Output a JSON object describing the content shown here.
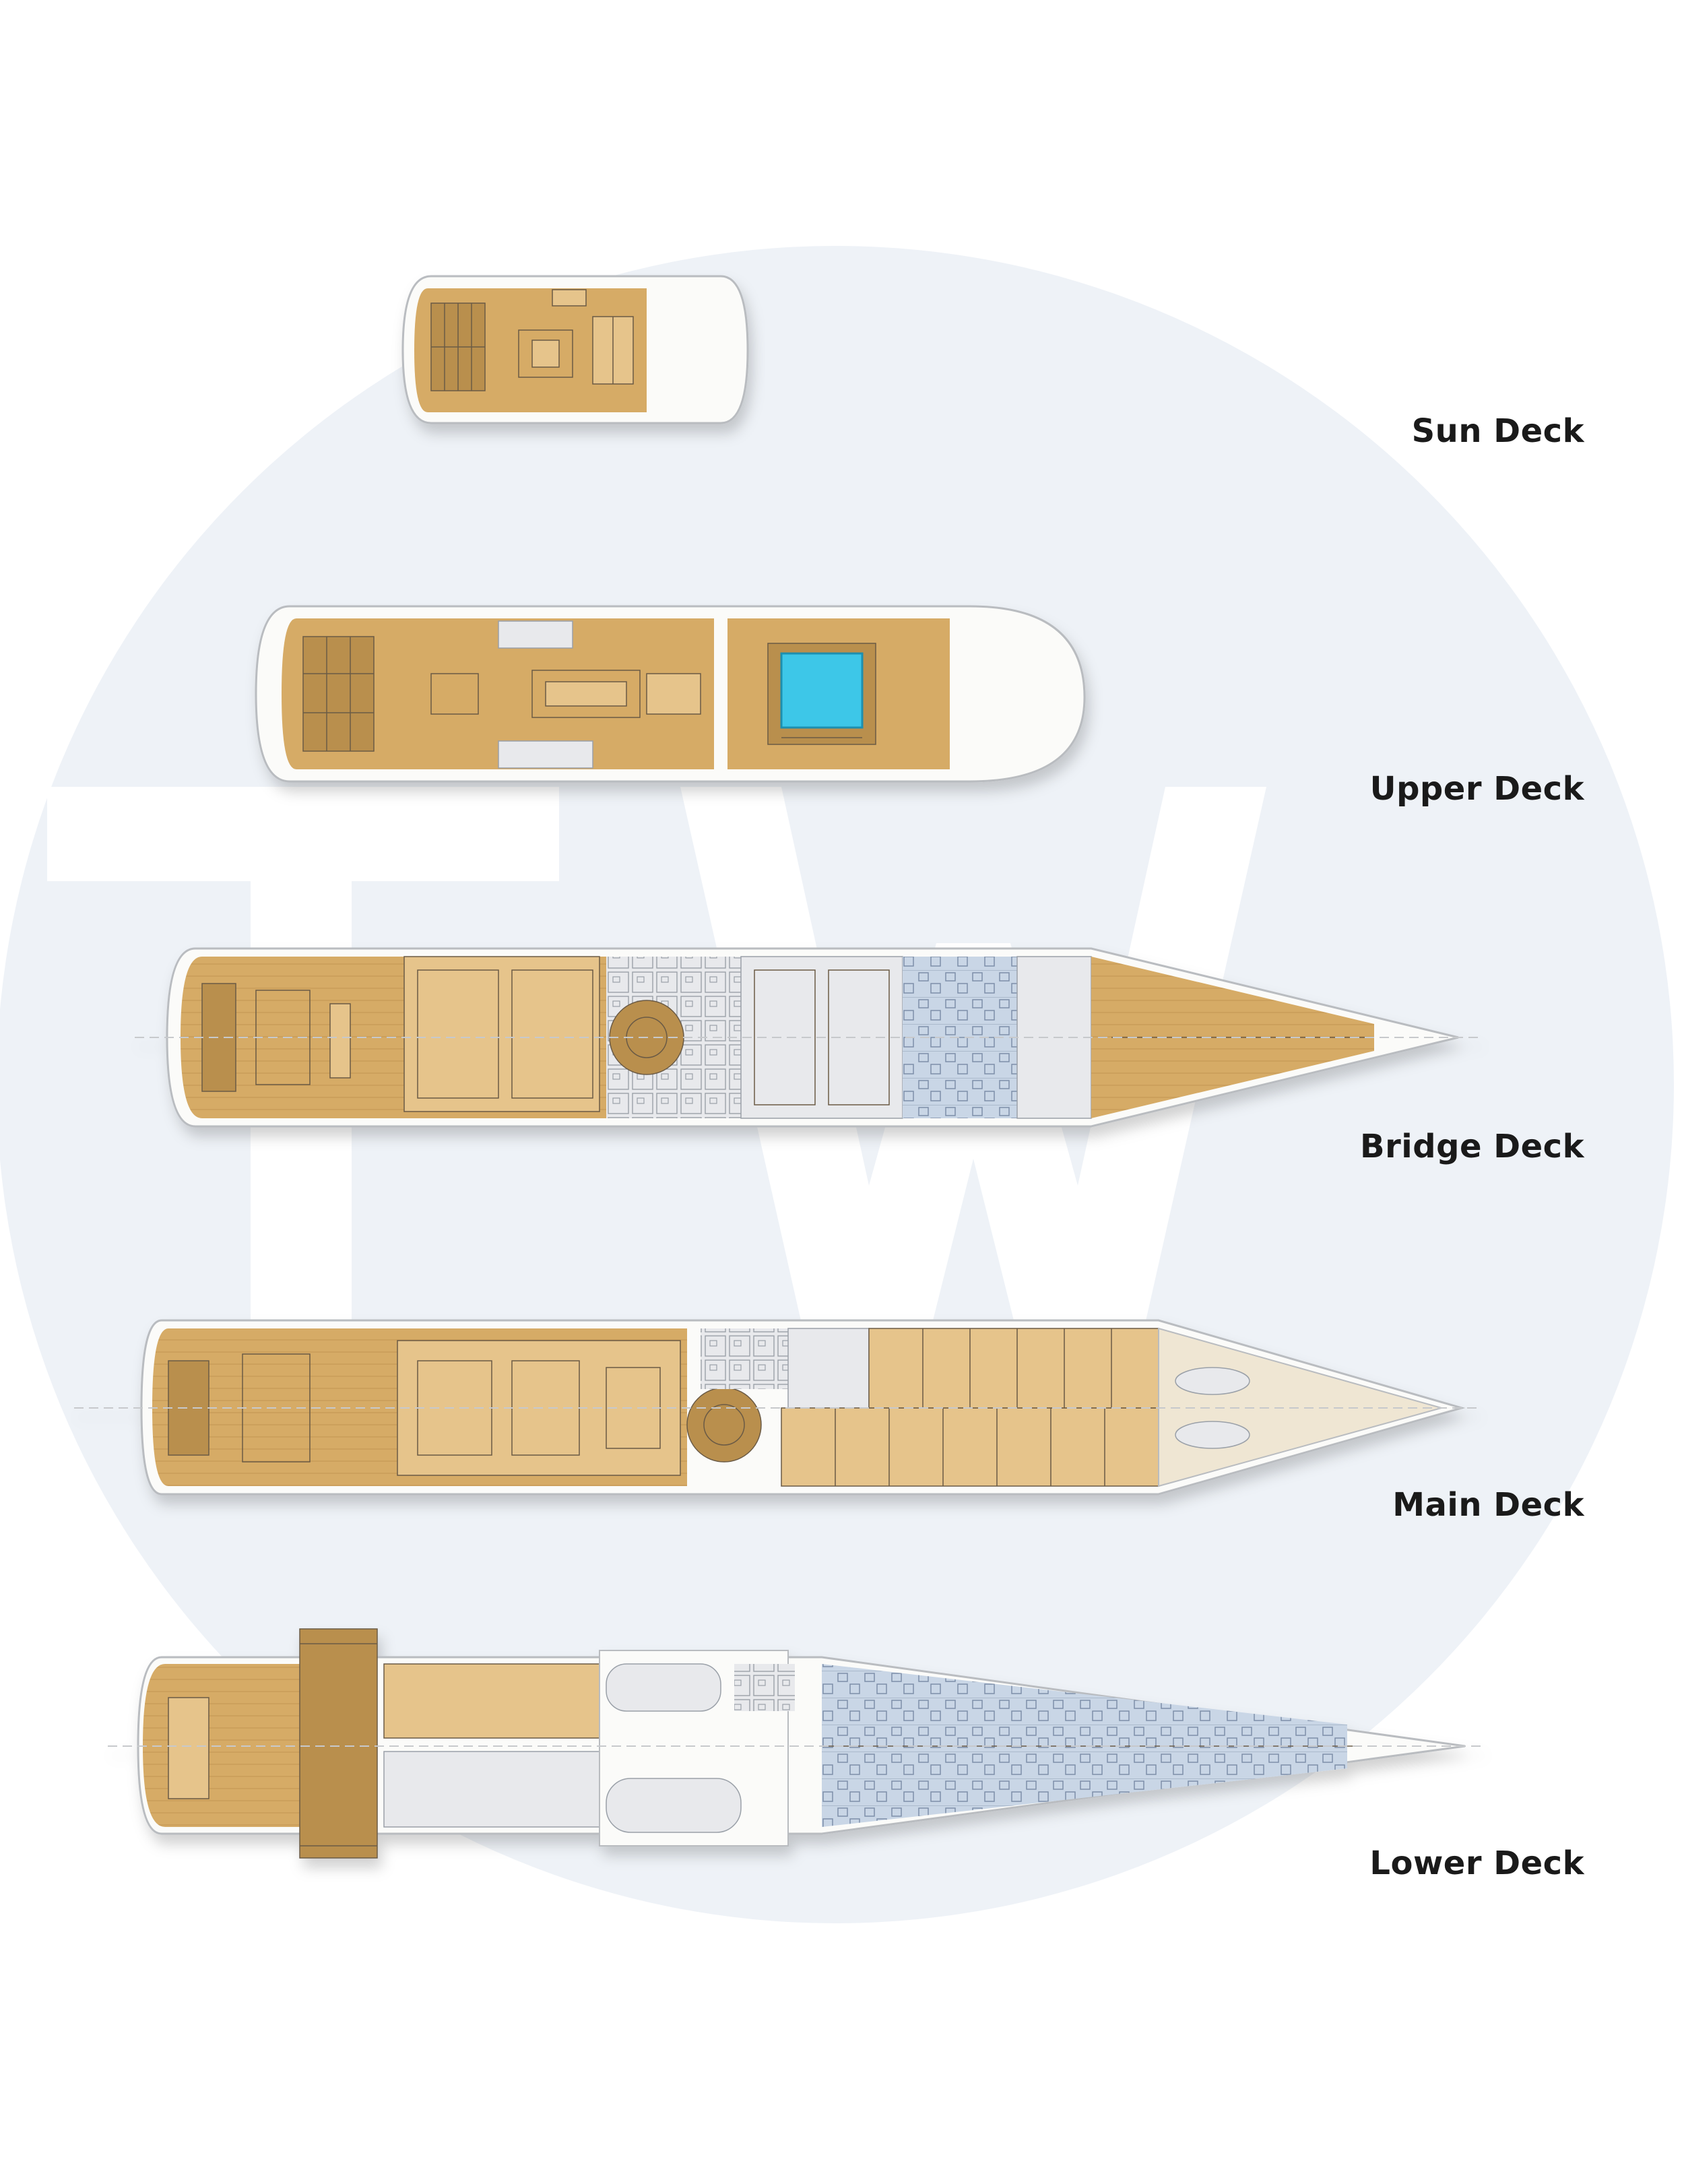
{
  "background": {
    "page_color": "#ffffff",
    "circle_color": "#eef2f7",
    "watermark_color": "#ffffff",
    "watermark_text": "TW"
  },
  "colors": {
    "teak": "#d6ab66",
    "teak_dark": "#b98f4e",
    "teak_light": "#e6c48b",
    "hull_white": "#fbfbf9",
    "hull_outline": "#b9bcc0",
    "interior_blue": "#c9d6e6",
    "interior_grey": "#e8e9ec",
    "pool_water": "#3cc7e8",
    "line_dark": "#6a5a45"
  },
  "decks": [
    {
      "id": "sun",
      "label": "Sun Deck"
    },
    {
      "id": "upper",
      "label": "Upper Deck"
    },
    {
      "id": "bridge",
      "label": "Bridge Deck"
    },
    {
      "id": "main",
      "label": "Main Deck"
    },
    {
      "id": "lower",
      "label": "Lower Deck"
    }
  ]
}
